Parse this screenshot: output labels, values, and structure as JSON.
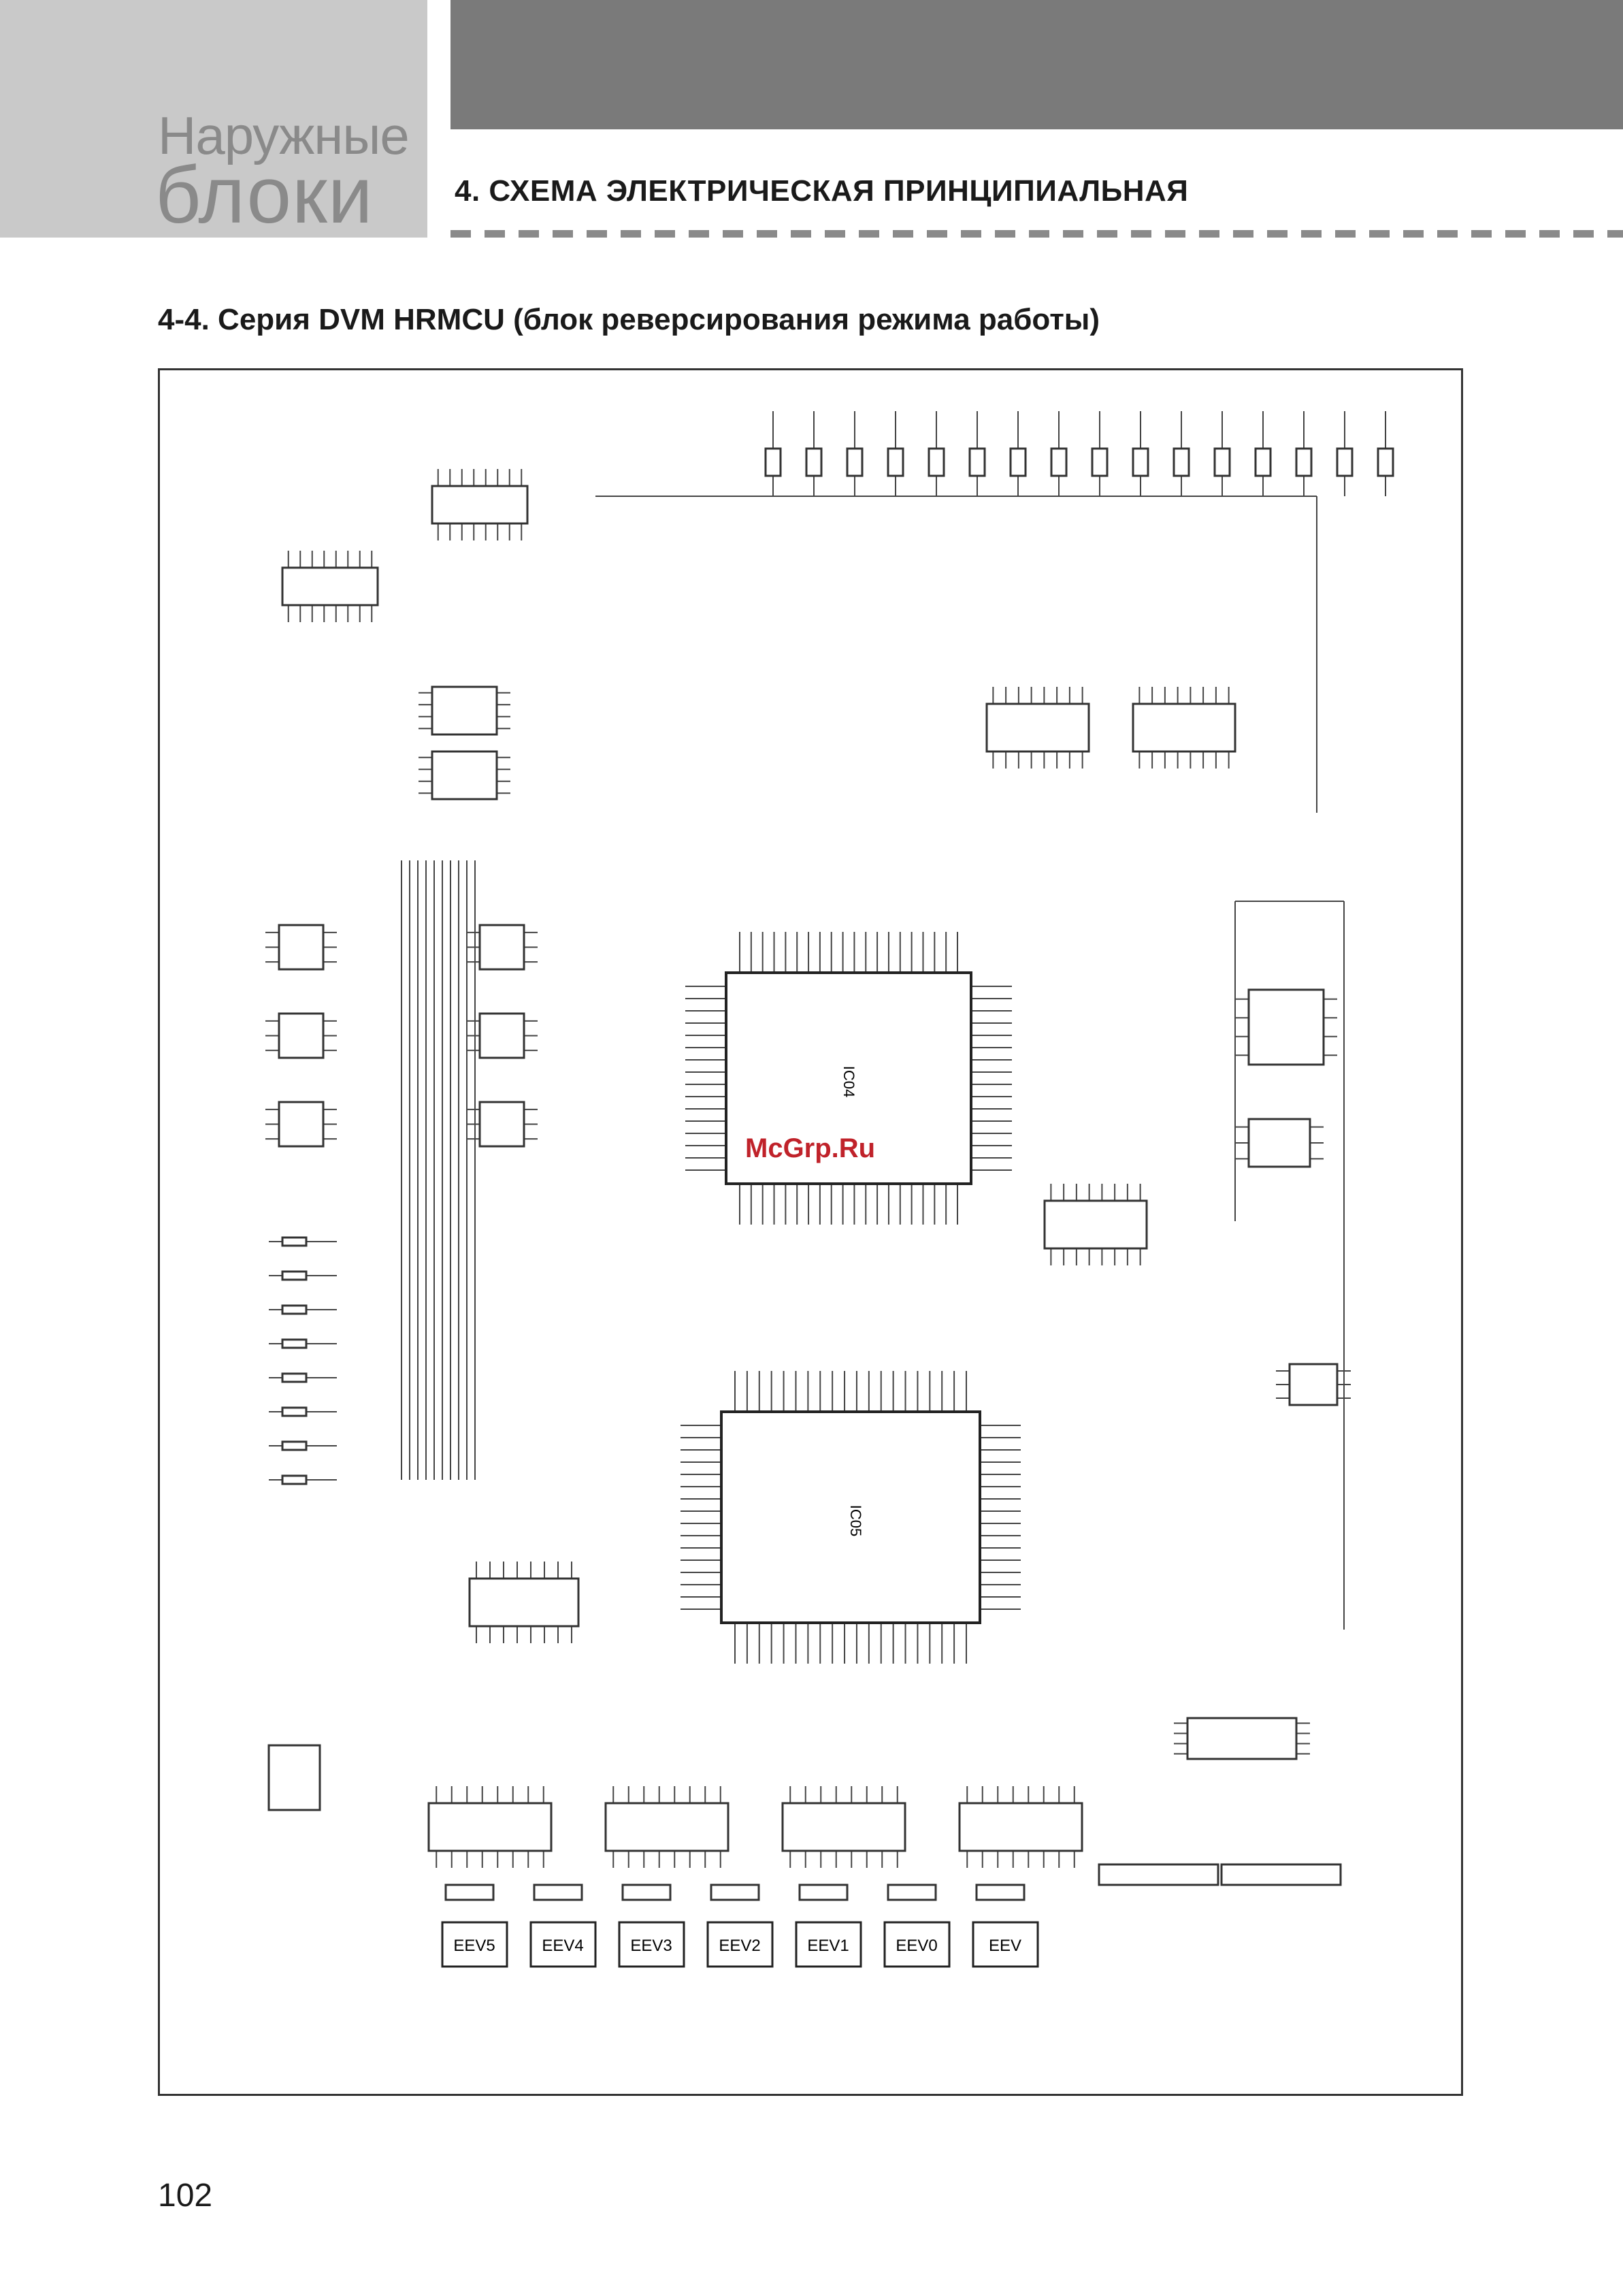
{
  "header": {
    "section_line1": "Наружные",
    "section_line2": "блоки",
    "chapter_title": "4. СХЕМА ЭЛЕКТРИЧЕСКАЯ ПРИНЦИПИАЛЬНАЯ"
  },
  "subtitle": "4-4. Серия DVM HRMCU (блок реверсирования режима работы)",
  "schematic": {
    "ic_main_1": "IC04",
    "ic_main_2": "IC05",
    "connectors": [
      "EEV5",
      "EEV4",
      "EEV3",
      "EEV2",
      "EEV1",
      "EEV0",
      "EEV"
    ]
  },
  "watermark": "McGrp.Ru",
  "page_number": "102",
  "colors": {
    "tab": "#c9c9c9",
    "bar": "#7a7a7a",
    "watermark": "#c0222a"
  }
}
